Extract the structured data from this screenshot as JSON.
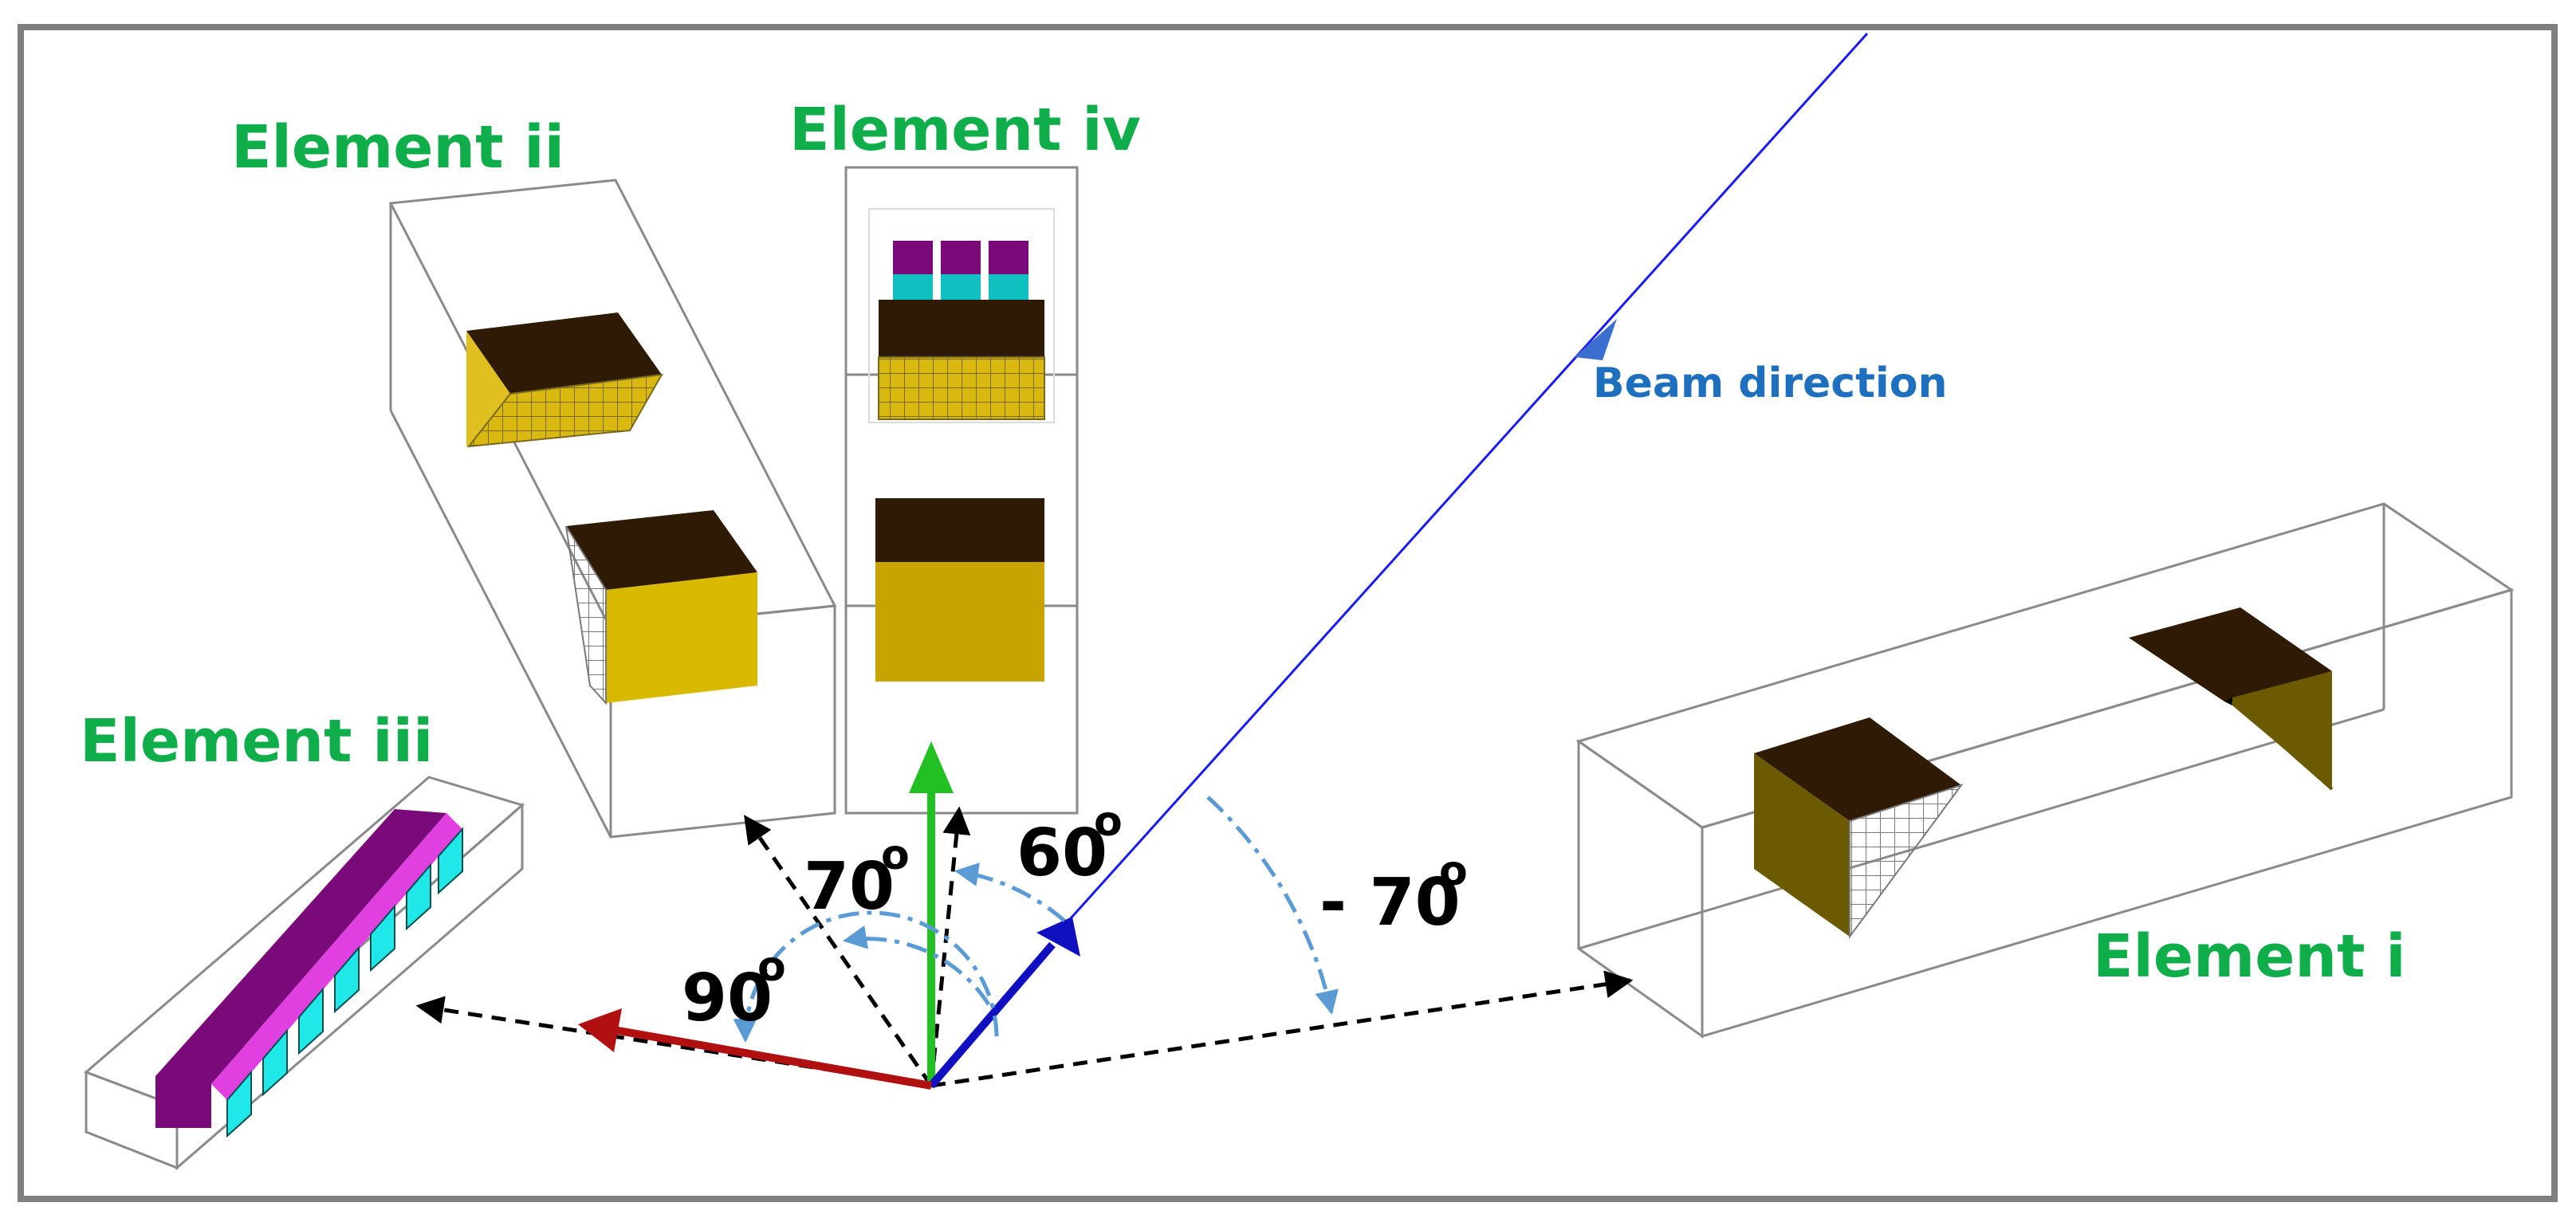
{
  "labels": {
    "element_i": "Element i",
    "element_ii": "Element ii",
    "element_iii": "Element iii",
    "element_iv": "Element iv",
    "beam_direction": "Beam direction"
  },
  "angles": {
    "a70": "70",
    "a60": "60",
    "a90": "90",
    "am70": "- 70",
    "degree_mark": "o"
  },
  "colors": {
    "label_green": "#0fae4a",
    "beam_blue": "#1f6fbf",
    "arc_blue": "#5b9bd5",
    "frame_gray": "#7f7f7f",
    "dark_brown": "#2e1a05",
    "gold": "#d4b000",
    "olive": "#6b5a00",
    "purple": "#7a0a7a",
    "magenta": "#e040e0",
    "cyan": "#20e0e0",
    "axis_green": "#22c022",
    "axis_blue": "#1010c0",
    "axis_red": "#b01010"
  }
}
